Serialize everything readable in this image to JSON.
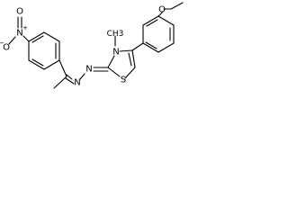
{
  "structure": {
    "ethoxy": {
      "oxygen": "O"
    },
    "methyl_label": "CH3",
    "thiazoline": {
      "nitrogen": "N",
      "sulfur": "S"
    },
    "hydrazone": {
      "n1": "N",
      "n2": "N"
    },
    "nitro": {
      "oxygen_minus": "O",
      "minus": "−",
      "nitrogen": "N",
      "plus": "+",
      "oxygen": "O"
    }
  }
}
